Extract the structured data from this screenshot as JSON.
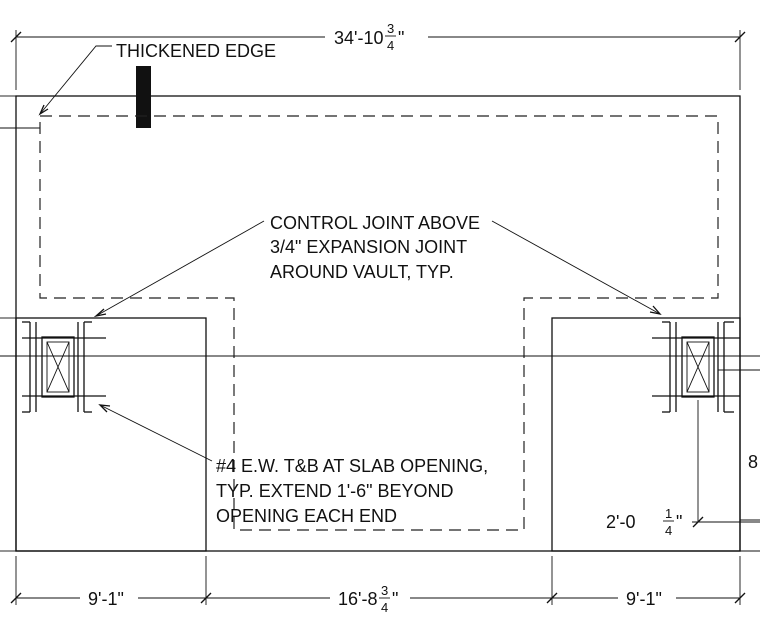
{
  "notes": {
    "thickened_edge": "THICKENED EDGE",
    "control_joint": [
      "CONTROL JOINT ABOVE",
      "3/4\" EXPANSION JOINT",
      "AROUND VAULT, TYP."
    ],
    "rebar": [
      "#4 E.W. T&B AT SLAB OPENING,",
      "TYP. EXTEND 1'-6\" BEYOND",
      "OPENING EACH END"
    ]
  },
  "dimensions": {
    "overall_width": {
      "main": "34'-10",
      "num": "3",
      "den": "4",
      "inch": "\""
    },
    "left_bay": "9'-1\"",
    "middle_bay": {
      "main": "16'-8",
      "num": "3",
      "den": "4",
      "inch": "\""
    },
    "right_bay": "9'-1\"",
    "right_offset": {
      "main": "2'-0",
      "num": "1",
      "den": "4",
      "inch": "\""
    },
    "edge_partial": "8"
  }
}
